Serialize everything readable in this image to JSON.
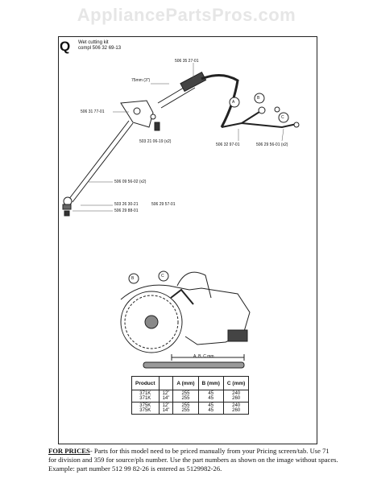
{
  "watermark": "AppliancePartsPros.com",
  "section": {
    "letter": "Q",
    "title_line1": "Wet cutting kit",
    "title_line2": "compl 506 32 69-13"
  },
  "parts": {
    "hose_top": "506 35 27-01",
    "dim": "75mm (3\")",
    "clamp": "506 31 77-01",
    "screw": "503 21 06-19 (x2)",
    "fitting_a": "506 32 97-01",
    "fitting_b": "506 29 56-01 (x2)",
    "pipe_clip": "506 09 56-02 (x2)",
    "washer": "503 26 30-21",
    "nozzle_side": "506 29 57-01",
    "nozzle": "506 29 88-01"
  },
  "callouts": {
    "a": "A",
    "b": "B",
    "c": "C"
  },
  "saw_callouts": {
    "b": "B",
    "c": "C"
  },
  "measure_label": "A, B, C mm",
  "table": {
    "headers": [
      "Product",
      "A (mm)",
      "B (mm)",
      "C (mm)"
    ],
    "rows": [
      [
        "371K\n371K",
        "12\"\n14\"",
        "255\n255",
        "45\n45",
        "240\n260"
      ],
      [
        "375K\n375K",
        "12\"\n14\"",
        "255\n255",
        "45\n45",
        "240\n260"
      ]
    ]
  },
  "note": {
    "lead": "FOR PRICES",
    "body": "- Parts for this model need to be priced manually from your Pricing screen/tab. Use 71 for division and 359 for source/pls number.  Use the part numbers as shown on the image without spaces.  Example: part number 512 99 82-26 is entered as 5129982-26."
  }
}
